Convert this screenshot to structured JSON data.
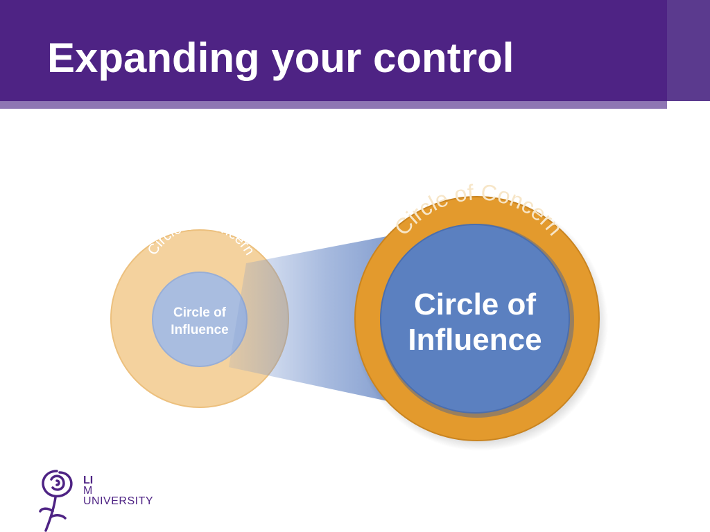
{
  "slide": {
    "title": "Expanding your control"
  },
  "diagram": {
    "small": {
      "outer_label": "Circle of Concern",
      "inner_label_line1": "Circle of",
      "inner_label_line2": "Influence"
    },
    "large": {
      "outer_label": "Circle of Concern",
      "inner_label_line1": "Circle of",
      "inner_label_line2": "Influence"
    }
  },
  "logo": {
    "line1": "LI",
    "line2": "M",
    "line3": "UNIVERSITY"
  },
  "colors": {
    "header": "#4e2384",
    "header_side": "#5b3a8e",
    "underline": "#8e76b3",
    "concern_orange": "#e39a2d",
    "concern_light": "#f3cd94",
    "influence_blue": "#5b80c0",
    "influence_light": "#a9bde0"
  }
}
